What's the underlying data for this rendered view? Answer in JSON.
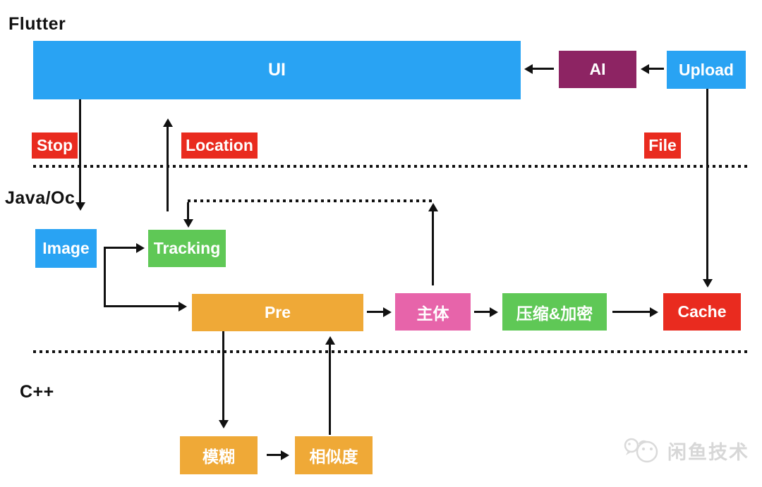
{
  "palette": {
    "blue": "#29a3f3",
    "green": "#5fc856",
    "orange": "#efa937",
    "pink": "#e764aa",
    "magenta": "#8d2463",
    "red": "#e92b1f",
    "line": "#111111",
    "watermark_gray": "#d7d7d7"
  },
  "layers": {
    "flutter": "Flutter",
    "java_oc": "Java/Oc",
    "cpp": "C++"
  },
  "nodes": {
    "ui": {
      "label": "UI",
      "color": "#29a3f3"
    },
    "ai": {
      "label": "AI",
      "color": "#8d2463"
    },
    "upload": {
      "label": "Upload",
      "color": "#29a3f3"
    },
    "stop": {
      "label": "Stop",
      "color": "#e92b1f"
    },
    "location": {
      "label": "Location",
      "color": "#e92b1f"
    },
    "file": {
      "label": "File",
      "color": "#e92b1f"
    },
    "image": {
      "label": "Image",
      "color": "#29a3f3"
    },
    "tracking": {
      "label": "Tracking",
      "color": "#5fc856"
    },
    "pre": {
      "label": "Pre",
      "color": "#efa937"
    },
    "subject": {
      "label": "主体",
      "color": "#e764aa"
    },
    "compress": {
      "label": "压缩&加密",
      "color": "#5fc856"
    },
    "cache": {
      "label": "Cache",
      "color": "#e92b1f"
    },
    "blur": {
      "label": "模糊",
      "color": "#efa937"
    },
    "similarity": {
      "label": "相似度",
      "color": "#efa937"
    }
  },
  "edges": [
    {
      "from": "Upload",
      "to": "AI",
      "style": "solid"
    },
    {
      "from": "AI",
      "to": "UI",
      "style": "solid"
    },
    {
      "from": "UI",
      "to": "Image",
      "via": "Stop",
      "style": "solid"
    },
    {
      "from": "Tracking",
      "to": "UI",
      "via": "Location",
      "style": "solid"
    },
    {
      "from": "Upload",
      "to": "Cache",
      "via": "File",
      "style": "solid"
    },
    {
      "from": "Image",
      "to": "Tracking",
      "style": "solid"
    },
    {
      "from": "Image",
      "to": "Pre",
      "style": "solid"
    },
    {
      "from": "Pre",
      "to": "主体",
      "style": "solid"
    },
    {
      "from": "主体",
      "to": "压缩&加密",
      "style": "solid"
    },
    {
      "from": "压缩&加密",
      "to": "Cache",
      "style": "solid"
    },
    {
      "from": "主体",
      "to": "Tracking",
      "style": "dotted"
    },
    {
      "from": "Pre",
      "to": "模糊",
      "style": "solid"
    },
    {
      "from": "相似度",
      "to": "Pre",
      "style": "solid"
    },
    {
      "from": "模糊",
      "to": "相似度",
      "style": "solid"
    }
  ],
  "watermark": {
    "text": "闲鱼技术"
  }
}
